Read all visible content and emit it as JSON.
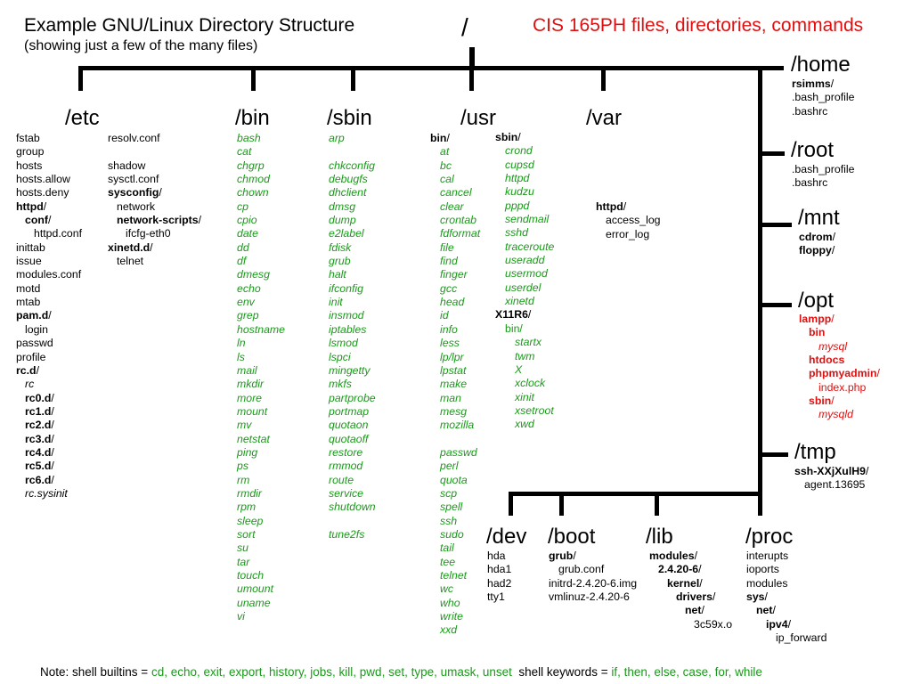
{
  "header": {
    "title": "Example GNU/Linux Directory Structure",
    "subtitle": "(showing just a few of the many files)",
    "root": "/",
    "course": "CIS 165PH files, directories, commands",
    "course_color": "#e01010"
  },
  "colors": {
    "command_green": "#1a9a1a",
    "highlight_red": "#e01010"
  },
  "dirs": {
    "etc": {
      "name": "/etc",
      "items": [
        {
          "t": "fstab"
        },
        {
          "t": "group"
        },
        {
          "t": "hosts"
        },
        {
          "t": "hosts.allow"
        },
        {
          "t": "hosts.deny"
        },
        {
          "t": "httpd",
          "s": "/",
          "b": true
        },
        {
          "t": "conf",
          "s": "/",
          "b": true,
          "i": 1
        },
        {
          "t": "httpd.conf",
          "i": 2
        },
        {
          "t": "inittab"
        },
        {
          "t": "issue"
        },
        {
          "t": "modules.conf"
        },
        {
          "t": "motd"
        },
        {
          "t": "mtab"
        },
        {
          "t": "pam.d",
          "s": "/",
          "b": true
        },
        {
          "t": "login",
          "i": 1
        },
        {
          "t": "passwd"
        },
        {
          "t": "profile"
        },
        {
          "t": "rc.d",
          "s": "/",
          "b": true
        },
        {
          "t": "rc",
          "i": 1,
          "it": true
        },
        {
          "t": "rc0.d",
          "s": "/",
          "b": true,
          "i": 1
        },
        {
          "t": "rc1.d",
          "s": "/",
          "b": true,
          "i": 1
        },
        {
          "t": "rc2.d",
          "s": "/",
          "b": true,
          "i": 1
        },
        {
          "t": "rc3.d",
          "s": "/",
          "b": true,
          "i": 1
        },
        {
          "t": "rc4.d",
          "s": "/",
          "b": true,
          "i": 1
        },
        {
          "t": "rc5.d",
          "s": "/",
          "b": true,
          "i": 1
        },
        {
          "t": "rc6.d",
          "s": "/",
          "b": true,
          "i": 1
        },
        {
          "t": "rc.sysinit",
          "i": 1,
          "it": true
        }
      ]
    },
    "etc2": {
      "items": [
        {
          "t": "resolv.conf"
        },
        {
          "t": ""
        },
        {
          "t": "shadow"
        },
        {
          "t": "sysctl.conf"
        },
        {
          "t": "sysconfig",
          "s": "/",
          "b": true
        },
        {
          "t": "network",
          "i": 1
        },
        {
          "t": "network-scripts",
          "s": "/",
          "b": true,
          "i": 1
        },
        {
          "t": "ifcfg-eth0",
          "i": 2
        },
        {
          "t": "xinetd.d",
          "s": "/",
          "b": true
        },
        {
          "t": "telnet",
          "i": 1
        }
      ]
    },
    "bin": {
      "name": "/bin",
      "items": [
        {
          "t": "bash",
          "c": "g"
        },
        {
          "t": "cat",
          "c": "g"
        },
        {
          "t": "chgrp",
          "c": "g"
        },
        {
          "t": "chmod",
          "c": "g"
        },
        {
          "t": "chown",
          "c": "g"
        },
        {
          "t": "cp",
          "c": "g"
        },
        {
          "t": "cpio",
          "c": "g"
        },
        {
          "t": "date",
          "c": "g"
        },
        {
          "t": "dd",
          "c": "g"
        },
        {
          "t": "df",
          "c": "g"
        },
        {
          "t": "dmesg",
          "c": "g"
        },
        {
          "t": "echo",
          "c": "g"
        },
        {
          "t": "env",
          "c": "g"
        },
        {
          "t": "grep",
          "c": "g"
        },
        {
          "t": "hostname",
          "c": "g"
        },
        {
          "t": "ln",
          "c": "g"
        },
        {
          "t": "ls",
          "c": "g"
        },
        {
          "t": "mail",
          "c": "g"
        },
        {
          "t": "mkdir",
          "c": "g"
        },
        {
          "t": "more",
          "c": "g"
        },
        {
          "t": "mount",
          "c": "g"
        },
        {
          "t": "mv",
          "c": "g"
        },
        {
          "t": "netstat",
          "c": "g"
        },
        {
          "t": "ping",
          "c": "g"
        },
        {
          "t": "ps",
          "c": "g"
        },
        {
          "t": "rm",
          "c": "g"
        },
        {
          "t": "rmdir",
          "c": "g"
        },
        {
          "t": "rpm",
          "c": "g"
        },
        {
          "t": "sleep",
          "c": "g"
        },
        {
          "t": "sort",
          "c": "g"
        },
        {
          "t": "su",
          "c": "g"
        },
        {
          "t": "tar",
          "c": "g"
        },
        {
          "t": "touch",
          "c": "g"
        },
        {
          "t": "umount",
          "c": "g"
        },
        {
          "t": "uname",
          "c": "g"
        },
        {
          "t": "vi",
          "c": "g"
        }
      ]
    },
    "sbin": {
      "name": "/sbin",
      "items": [
        {
          "t": "arp",
          "c": "g"
        },
        {
          "t": ""
        },
        {
          "t": "chkconfig",
          "c": "g"
        },
        {
          "t": "debugfs",
          "c": "g"
        },
        {
          "t": "dhclient",
          "c": "g"
        },
        {
          "t": "dmsg",
          "c": "g"
        },
        {
          "t": "dump",
          "c": "g"
        },
        {
          "t": "e2label",
          "c": "g"
        },
        {
          "t": "fdisk",
          "c": "g"
        },
        {
          "t": "grub",
          "c": "g"
        },
        {
          "t": "halt",
          "c": "g"
        },
        {
          "t": "ifconfig",
          "c": "g"
        },
        {
          "t": "init",
          "c": "g"
        },
        {
          "t": "insmod",
          "c": "g"
        },
        {
          "t": "iptables",
          "c": "g"
        },
        {
          "t": "lsmod",
          "c": "g"
        },
        {
          "t": "lspci",
          "c": "g"
        },
        {
          "t": "mingetty",
          "c": "g"
        },
        {
          "t": "mkfs",
          "c": "g"
        },
        {
          "t": "partprobe",
          "c": "g"
        },
        {
          "t": "portmap",
          "c": "g"
        },
        {
          "t": "quotaon",
          "c": "g"
        },
        {
          "t": "quotaoff",
          "c": "g"
        },
        {
          "t": "restore",
          "c": "g"
        },
        {
          "t": "rmmod",
          "c": "g"
        },
        {
          "t": "route",
          "c": "g"
        },
        {
          "t": "service",
          "c": "g"
        },
        {
          "t": "shutdown",
          "c": "g"
        },
        {
          "t": ""
        },
        {
          "t": "tune2fs",
          "c": "g"
        }
      ]
    },
    "usr": {
      "name": "/usr",
      "items": [
        {
          "t": "bin",
          "s": "/",
          "b": true
        },
        {
          "t": "at",
          "c": "g",
          "i": 1
        },
        {
          "t": "bc",
          "c": "g",
          "i": 1
        },
        {
          "t": "cal",
          "c": "g",
          "i": 1
        },
        {
          "t": "cancel",
          "c": "g",
          "i": 1
        },
        {
          "t": "clear",
          "c": "g",
          "i": 1
        },
        {
          "t": "crontab",
          "c": "g",
          "i": 1
        },
        {
          "t": "fdformat",
          "c": "g",
          "i": 1
        },
        {
          "t": "file",
          "c": "g",
          "i": 1
        },
        {
          "t": "find",
          "c": "g",
          "i": 1
        },
        {
          "t": "finger",
          "c": "g",
          "i": 1
        },
        {
          "t": "gcc",
          "c": "g",
          "i": 1
        },
        {
          "t": "head",
          "c": "g",
          "i": 1
        },
        {
          "t": "id",
          "c": "g",
          "i": 1
        },
        {
          "t": "info",
          "c": "g",
          "i": 1
        },
        {
          "t": "less",
          "c": "g",
          "i": 1
        },
        {
          "t": "lp/lpr",
          "c": "g",
          "i": 1
        },
        {
          "t": "lpstat",
          "c": "g",
          "i": 1
        },
        {
          "t": "make",
          "c": "g",
          "i": 1
        },
        {
          "t": "man",
          "c": "g",
          "i": 1
        },
        {
          "t": "mesg",
          "c": "g",
          "i": 1
        },
        {
          "t": "mozilla",
          "c": "g",
          "i": 1
        },
        {
          "t": ""
        },
        {
          "t": "passwd",
          "c": "g",
          "i": 1
        },
        {
          "t": "perl",
          "c": "g",
          "i": 1
        },
        {
          "t": "quota",
          "c": "g",
          "i": 1
        },
        {
          "t": "scp",
          "c": "g",
          "i": 1
        },
        {
          "t": "spell",
          "c": "g",
          "i": 1
        },
        {
          "t": "ssh",
          "c": "g",
          "i": 1
        },
        {
          "t": "sudo",
          "c": "g",
          "i": 1
        },
        {
          "t": "tail",
          "c": "g",
          "i": 1
        },
        {
          "t": "tee",
          "c": "g",
          "i": 1
        },
        {
          "t": "telnet",
          "c": "g",
          "i": 1
        },
        {
          "t": "wc",
          "c": "g",
          "i": 1
        },
        {
          "t": "who",
          "c": "g",
          "i": 1
        },
        {
          "t": "write",
          "c": "g",
          "i": 1
        },
        {
          "t": "xxd",
          "c": "g",
          "i": 1
        }
      ]
    },
    "usr2": {
      "items": [
        {
          "t": "sbin",
          "s": "/",
          "b": true
        },
        {
          "t": "crond",
          "c": "g",
          "i": 1
        },
        {
          "t": "cupsd",
          "c": "g",
          "i": 1
        },
        {
          "t": "httpd",
          "c": "g",
          "i": 1
        },
        {
          "t": "kudzu",
          "c": "g",
          "i": 1
        },
        {
          "t": "pppd",
          "c": "g",
          "i": 1
        },
        {
          "t": "sendmail",
          "c": "g",
          "i": 1
        },
        {
          "t": "sshd",
          "c": "g",
          "i": 1
        },
        {
          "t": "traceroute",
          "c": "g",
          "i": 1
        },
        {
          "t": "useradd",
          "c": "g",
          "i": 1
        },
        {
          "t": "usermod",
          "c": "g",
          "i": 1
        },
        {
          "t": "userdel",
          "c": "g",
          "i": 1
        },
        {
          "t": "xinetd",
          "c": "g",
          "i": 1
        },
        {
          "t": "X11R6",
          "s": "/",
          "b": true
        },
        {
          "t": "bin",
          "s": "/",
          "c": "gr",
          "i": 1
        },
        {
          "t": "startx",
          "c": "g",
          "i": 2
        },
        {
          "t": "twm",
          "c": "g",
          "i": 2
        },
        {
          "t": "X",
          "c": "g",
          "i": 2
        },
        {
          "t": "xclock",
          "c": "g",
          "i": 2
        },
        {
          "t": "xinit",
          "c": "g",
          "i": 2
        },
        {
          "t": "xsetroot",
          "c": "g",
          "i": 2
        },
        {
          "t": "xwd",
          "c": "g",
          "i": 2
        }
      ]
    },
    "var": {
      "name": "/var",
      "items": [
        {
          "t": "httpd",
          "s": "/",
          "b": true
        },
        {
          "t": "access_log",
          "i": 1
        },
        {
          "t": "error_log",
          "i": 1
        }
      ]
    },
    "home": {
      "name": "/home",
      "items": [
        {
          "t": "rsimms",
          "s": "/",
          "b": true
        },
        {
          "t": ".bash_profile"
        },
        {
          "t": ".bashrc"
        }
      ]
    },
    "root": {
      "name": "/root",
      "items": [
        {
          "t": ".bash_profile"
        },
        {
          "t": ".bashrc"
        }
      ]
    },
    "mnt": {
      "name": "/mnt",
      "items": [
        {
          "t": "cdrom",
          "s": "/",
          "b": true
        },
        {
          "t": "floppy",
          "s": "/",
          "b": true
        }
      ]
    },
    "opt": {
      "name": "/opt",
      "items": [
        {
          "t": "lampp",
          "s": "/",
          "b": true,
          "c": "r"
        },
        {
          "t": "bin",
          "b": true,
          "c": "r",
          "i": 1
        },
        {
          "t": "mysql",
          "c": "r",
          "it": true,
          "i": 2
        },
        {
          "t": "htdocs",
          "b": true,
          "c": "r",
          "i": 1
        },
        {
          "t": "phpmyadmin",
          "s": "/",
          "b": true,
          "c": "r",
          "i": 1
        },
        {
          "t": "index.php",
          "c": "r",
          "i": 2
        },
        {
          "t": "sbin",
          "s": "/",
          "b": true,
          "c": "r",
          "i": 1
        },
        {
          "t": "mysqld",
          "c": "r",
          "it": true,
          "i": 2
        }
      ]
    },
    "tmp": {
      "name": "/tmp",
      "items": [
        {
          "t": "ssh-XXjXulH9",
          "s": "/",
          "b": true
        },
        {
          "t": "agent.13695",
          "i": 1
        }
      ]
    },
    "dev": {
      "name": "/dev",
      "items": [
        {
          "t": "hda"
        },
        {
          "t": "hda1"
        },
        {
          "t": "had2"
        },
        {
          "t": "tty1"
        }
      ]
    },
    "boot": {
      "name": "/boot",
      "items": [
        {
          "t": "grub",
          "s": "/",
          "b": true
        },
        {
          "t": "grub.conf",
          "i": 1
        },
        {
          "t": "initrd-2.4.20-6.img"
        },
        {
          "t": "vmlinuz-2.4.20-6"
        }
      ]
    },
    "lib": {
      "name": "/lib",
      "items": [
        {
          "t": "modules",
          "s": "/",
          "b": true,
          "i": 0
        },
        {
          "t": "2.4.20-6",
          "s": "/",
          "b": true,
          "i": 1
        },
        {
          "t": "kernel",
          "s": "/",
          "b": true,
          "i": 2
        },
        {
          "t": "drivers",
          "s": "/",
          "b": true,
          "i": 3
        },
        {
          "t": "net",
          "s": "/",
          "b": true,
          "i": 4
        },
        {
          "t": "3c59x.o",
          "i": 5
        }
      ]
    },
    "proc": {
      "name": "/proc",
      "items": [
        {
          "t": "interupts"
        },
        {
          "t": "ioports"
        },
        {
          "t": "modules"
        },
        {
          "t": "sys",
          "s": "/",
          "b": true
        },
        {
          "t": "net",
          "s": "/",
          "b": true,
          "i": 1
        },
        {
          "t": "ipv4",
          "s": "/",
          "b": true,
          "i": 2
        },
        {
          "t": "ip_forward",
          "i": 3
        }
      ]
    }
  },
  "footer": {
    "builtins_label": "Note: shell builtins = ",
    "builtins": "cd, echo, exit, export, history, jobs, kill, pwd, set, type, umask, unset",
    "keywords_label": "shell keywords = ",
    "keywords": "if, then, else, case, for, while"
  }
}
